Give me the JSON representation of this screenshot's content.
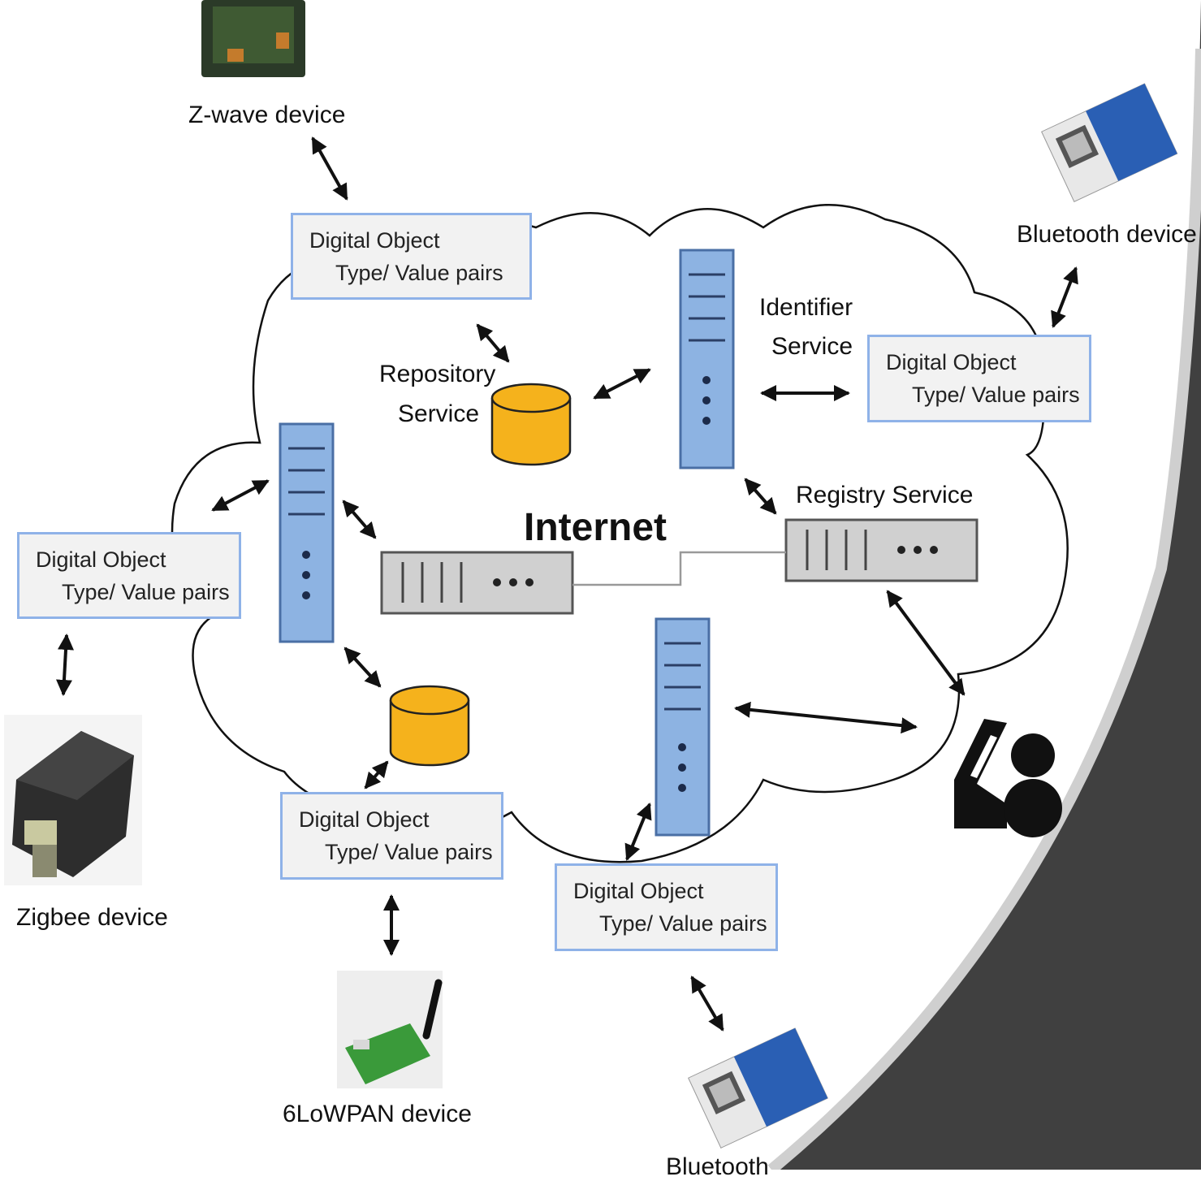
{
  "colors": {
    "server_fill": "#8db3e2",
    "server_stroke": "#4a6fa5",
    "storage_fill": "#f5b21c",
    "router_fill": "#d0d0d0",
    "box_border": "#8fb2e8",
    "box_fill": "#f2f2f2",
    "background_dark": "#404040"
  },
  "labels": {
    "internet": "Internet",
    "identifier_service_1": "Identifier",
    "identifier_service_2": "Service",
    "repository_service_1": "Repository",
    "repository_service_2": "Service",
    "registry_service": "Registry Service"
  },
  "devices": {
    "zwave": "Z-wave device",
    "bluetooth_top": "Bluetooth device",
    "zigbee": "Zigbee device",
    "sixlowpan": "6LoWPAN device",
    "bluetooth_bottom": "Bluetooth"
  },
  "digital_objects": [
    {
      "line1": "Digital Object",
      "line2": "Type/ Value pairs"
    },
    {
      "line1": "Digital Object",
      "line2": "Type/ Value pairs"
    },
    {
      "line1": "Digital Object",
      "line2": "Type/ Value pairs"
    },
    {
      "line1": "Digital Object",
      "line2": "Type/ Value pairs"
    },
    {
      "line1": "Digital Object",
      "line2": "Type/ Value pairs"
    }
  ],
  "icons": [
    "server-icon",
    "database-icon",
    "router-icon",
    "user-device-icon",
    "zwave-module-icon",
    "bluetooth-module-icon",
    "zigbee-module-icon",
    "sixlowpan-board-icon"
  ]
}
